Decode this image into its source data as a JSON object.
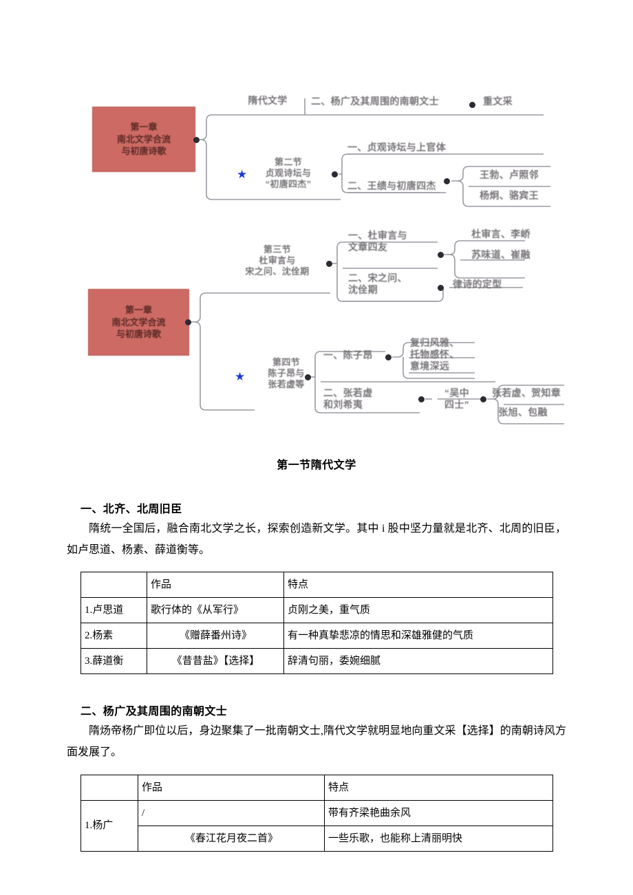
{
  "mindmap": {
    "root_top": {
      "lines": "第一章\n南北文学合流\n与初唐诗歌",
      "color": "#cd6a63"
    },
    "root_bottom": {
      "lines": "第一章\n南北文学合流\n与初唐诗歌",
      "color": "#cd6a63"
    },
    "nodes": {
      "sui_literature": "隋代文学",
      "n_yangguang": "二、杨广及其周围的南朝文士",
      "n_zhongwencai": "重文采",
      "sec2": "第二节\n贞观诗坛与\n“初唐四杰”",
      "sec2_b1": "一、贞观诗坛与上官体",
      "sec2_b2": "二、王绩与初唐四杰",
      "sec2_b2_c1": "王勃、卢照邻",
      "sec2_b2_c2": "杨炯、骆宾王",
      "sec3": "第三节\n杜审言与\n宋之问、沈佺期",
      "sec3_b1": "一、杜审言与\n文章四友",
      "sec3_b1_c1": "杜审言、李峤",
      "sec3_b1_c2": "苏味道、崔融",
      "sec3_b2": "二、宋之问、\n沈佺期",
      "sec3_b2_c1": "律诗的定型",
      "sec4": "第四节\n陈子昂与\n张若虚等",
      "sec4_b1": "一、陈子昂",
      "sec4_b1_c1": "复归风雅、\n托物感怀、\n意境深远",
      "sec4_b2": "二、张若虚\n和刘希夷",
      "sec4_b2_c1": "“吴中\n四士”",
      "sec4_b2_c1_d1": "张若虚、贺知章",
      "sec4_b2_c1_d2": "张旭、包融"
    },
    "star_icon": "★"
  },
  "document": {
    "section_title": "第一节隋代文学",
    "part_one": {
      "heading": "一、北齐、北周旧臣",
      "paragraph": "隋统一全国后，融合南北文学之长，探索创造新文学。其中 i 股中坚力量就是北齐、北周的旧臣，如卢思道、杨素、薛道衡等。",
      "table": {
        "headers": [
          "",
          "作品",
          "特点"
        ],
        "rows": [
          {
            "name": "1.卢思道",
            "work": "歌行体的《从军行》",
            "feature": "贞刚之美，重气质"
          },
          {
            "name": "2.杨素",
            "work": "《赠薛番州诗》",
            "feature": "有一种真挚悲凉的情思和深雄雅健的气质"
          },
          {
            "name": "3.薛道衡",
            "work": "《昔昔盐》【选择】",
            "feature": "辞清句丽，委婉细腻"
          }
        ]
      }
    },
    "part_two": {
      "heading": "二、杨广及其周围的南朝文士",
      "paragraph": "隋炀帝杨广即位以后，身边聚集了一批南朝文士,隋代文学就明显地向重文采【选择】的南朝诗风方面发展了。",
      "table": {
        "headers": [
          "",
          "作品",
          "特点"
        ],
        "rows": [
          {
            "name": "1.杨广",
            "work": "/",
            "feature": "带有齐梁艳曲余风"
          },
          {
            "name": "",
            "work": "《春江花月夜二首》",
            "feature": "一些乐歌，也能称上清丽明快"
          }
        ]
      }
    }
  }
}
